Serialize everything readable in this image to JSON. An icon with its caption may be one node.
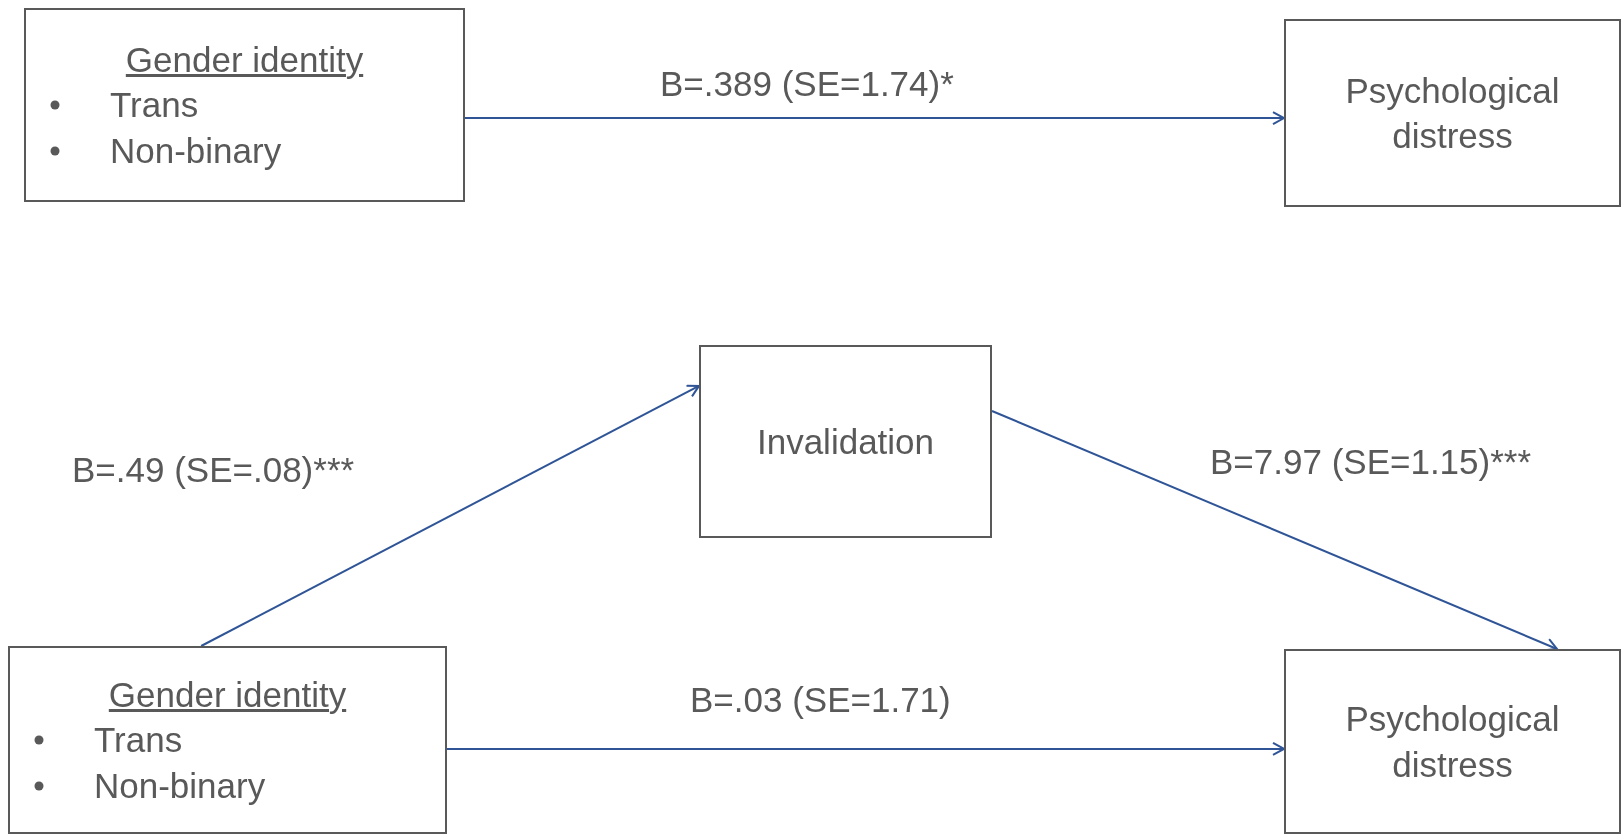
{
  "diagram": {
    "nodes": [
      {
        "text": [
          "Gender identity",
          "Trans",
          "Non-binary"
        ]
      },
      {
        "text": [
          "Psychological distress"
        ]
      },
      {
        "text": [
          "Invalidation"
        ]
      },
      {
        "text": [
          "Gender identity",
          "Trans",
          "Non-binary"
        ]
      },
      {
        "text": [
          "Psychological distress"
        ]
      }
    ],
    "edges": [
      {
        "from": 0,
        "to": 1,
        "arrow": "to",
        "label": "B=.389 (SE=1.74)*"
      },
      {
        "from": 3,
        "to": 2,
        "arrow": "to",
        "label": "B=.49 (SE=.08)***"
      },
      {
        "from": 2,
        "to": 4,
        "arrow": "to",
        "label": "B=7.97 (SE=1.15)***"
      },
      {
        "from": 3,
        "to": 4,
        "arrow": "to",
        "label": "B=.03 (SE=1.71)"
      }
    ]
  }
}
